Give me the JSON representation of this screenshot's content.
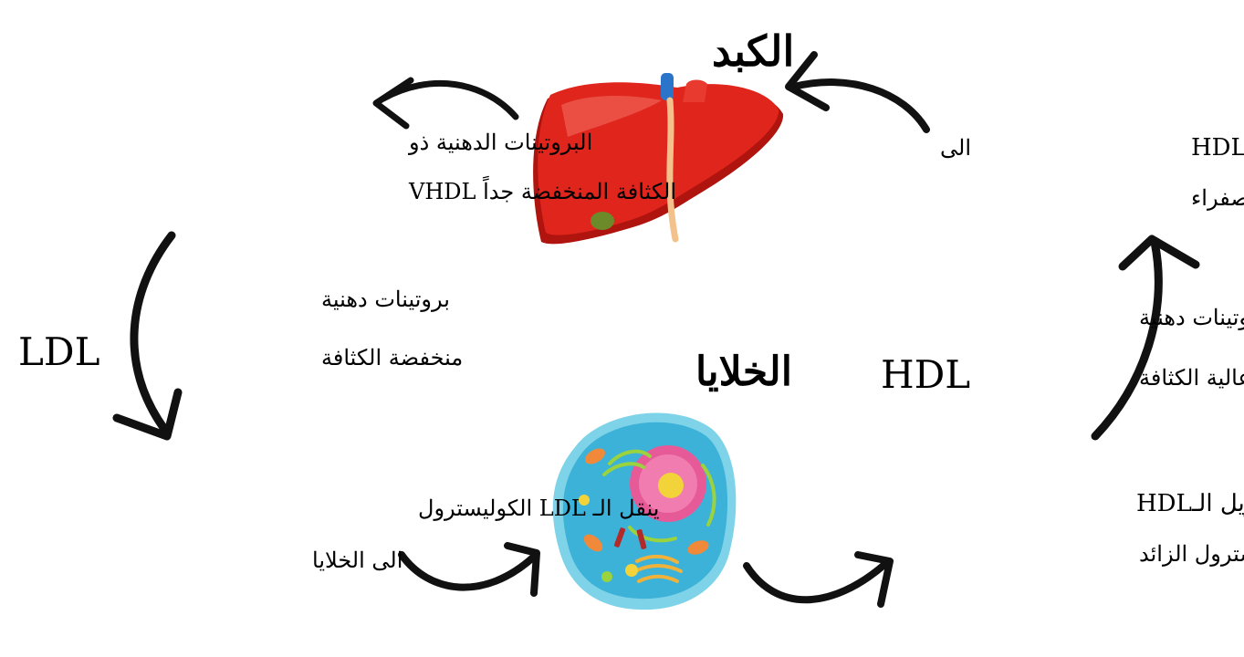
{
  "titles": {
    "liver": "الكبد",
    "cells": "الخلايا"
  },
  "labels": {
    "vldl_line1": "البروتينات الدهنية ذو",
    "vldl_line2": "الكثافة المنخفضة جداً VHDL",
    "ldl_line1": "بروتينات دهنية",
    "ldl_line2": "منخفضة الكثافة",
    "ldl_abbr": "LDL",
    "ldl_transport_line1": "ينقل الـ LDL الكوليسترول",
    "ldl_transport_line2": "الى الخلايا",
    "hdl_remove_line1": "يزيل الـHDL",
    "hdl_remove_line2": "الكوليسترول الزائد",
    "hdl_line1": "بروتينات دهنية",
    "hdl_line2": "عالية الكثافة",
    "hdl_abbr": "HDL",
    "liver_convert_line1": "يحول الكبد الـHDL",
    "liver_convert_line2": "الى",
    "liver_convert_line3": "أملاح صفراء"
  },
  "colors": {
    "liver": "#e0251c",
    "liver_dark": "#b0140f",
    "cell_membrane": "#7fd3e8",
    "cell_cytoplasm": "#3cb2d8",
    "nucleus": "#e65a98",
    "nucleolus": "#f3d33a",
    "arrow": "#111111"
  }
}
